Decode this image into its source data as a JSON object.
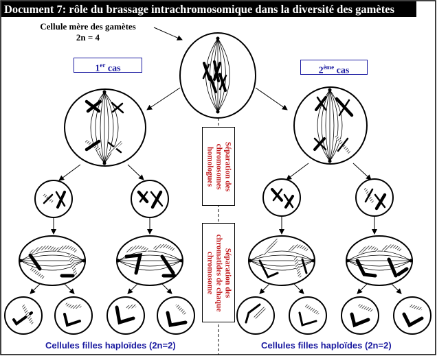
{
  "title": "Document 7: rôle du brassage intrachromosomique dans la diversité des gamètes",
  "mother_cell": {
    "line1": "Cellule mère des gamètes",
    "line2": "2n = 4"
  },
  "cases": {
    "case1": {
      "number": "1",
      "sup": "er",
      "word": " cas"
    },
    "case2": {
      "number": "2",
      "sup": "ème",
      "word": " cas"
    }
  },
  "phase_labels": {
    "homologues_line1": "Séparation des",
    "homologues_line2": "chromosomes",
    "homologues_line3": "homologues",
    "chromatides_line1": "Séparation des",
    "chromatides_line2": "chromatides de chaque",
    "chromatides_line3": "chromosome"
  },
  "daughter_label_left": "Cellules filles haploïdes (2n=2)",
  "daughter_label_right": "Cellules filles haploïdes (2n=2)",
  "colors": {
    "title_bg": "#000000",
    "case_text": "#1a1aa0",
    "phase_text": "#c0181b",
    "daughter_text": "#1a1aa0"
  }
}
